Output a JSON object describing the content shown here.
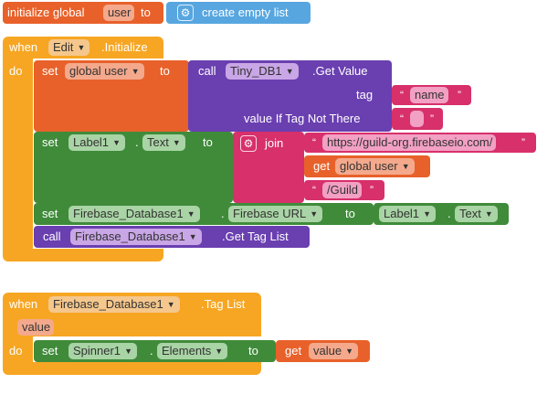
{
  "colors": {
    "event": "#f7a623",
    "variable": "#e8612a",
    "component_method": "#6a3fb0",
    "component_setter": "#3f8b3a",
    "text": "#d7306b",
    "list": "#57a6e0"
  },
  "global_init": {
    "keyword": "initialize global",
    "name": "user",
    "to": "to",
    "value": "create empty list",
    "value_icon": "gear-icon"
  },
  "edit_initialize": {
    "when": "when",
    "component": "Edit",
    "event": ".Initialize",
    "do": "do",
    "set_user": {
      "set": "set",
      "variable": "global user",
      "to": "to",
      "call": "call",
      "component": "Tiny_DB1",
      "method": ".Get Value",
      "tag_label": "tag",
      "tag_value": "name",
      "default_label": "value If Tag Not There",
      "default_value": ""
    },
    "set_label": {
      "set": "set",
      "component": "Label1",
      "dot": ".",
      "property": "Text",
      "to": "to",
      "join": "join",
      "join_icon": "gear-icon",
      "part1": "https://guild-org.firebaseio.com/",
      "get": "get",
      "part2_variable": "global user",
      "part3": "/Guild"
    },
    "set_url": {
      "set": "set",
      "component": "Firebase_Database1",
      "dot": ".",
      "property": "Firebase URL",
      "to": "to",
      "value_component": "Label1",
      "value_dot": ".",
      "value_property": "Text"
    },
    "call_tags": {
      "call": "call",
      "component": "Firebase_Database1",
      "method": ".Get Tag List"
    }
  },
  "tag_list_event": {
    "when": "when",
    "component": "Firebase_Database1",
    "event": ".Tag List",
    "param": "value",
    "do": "do",
    "set_spinner": {
      "set": "set",
      "component": "Spinner1",
      "dot": ".",
      "property": "Elements",
      "to": "to",
      "get": "get",
      "variable": "value"
    }
  }
}
